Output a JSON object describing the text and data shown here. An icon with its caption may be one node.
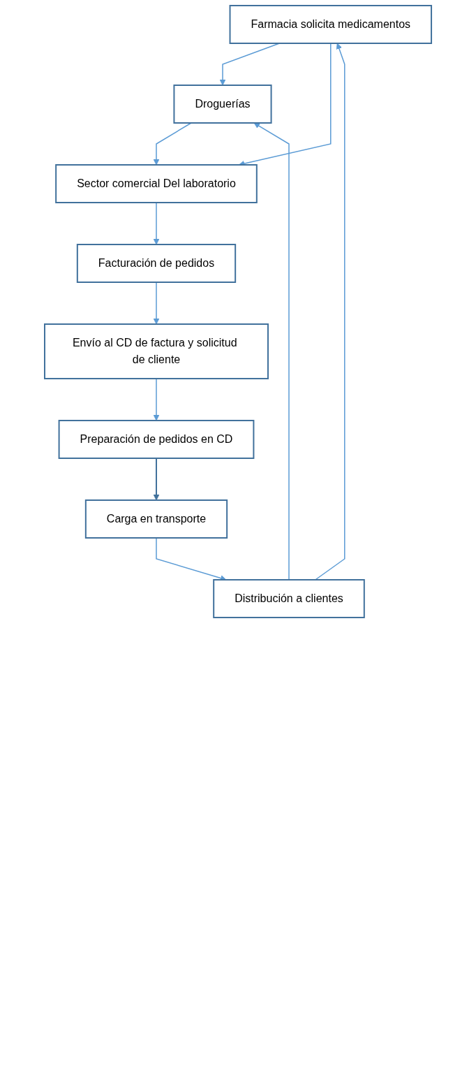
{
  "diagram": {
    "nodes": [
      {
        "text": [
          "Farmacia solicita medicamentos"
        ]
      },
      {
        "text": [
          "Droguerías"
        ]
      },
      {
        "text": [
          "Sector comercial Del laboratorio"
        ]
      },
      {
        "text": [
          "Facturación de pedidos"
        ]
      },
      {
        "text": [
          "Envío al CD de factura y solicitud de cliente"
        ]
      },
      {
        "text": [
          "Preparación de pedidos en CD"
        ]
      },
      {
        "text": [
          "Carga en transporte"
        ]
      },
      {
        "text": [
          "Distribución a clientes"
        ]
      }
    ],
    "edges": [
      {
        "from": 0,
        "to": 1,
        "arrow": "to"
      },
      {
        "from": 1,
        "to": 2,
        "arrow": "to"
      },
      {
        "from": 0,
        "to": 2,
        "arrow": "to"
      },
      {
        "from": 2,
        "to": 3,
        "arrow": "to"
      },
      {
        "from": 3,
        "to": 4,
        "arrow": "to"
      },
      {
        "from": 4,
        "to": 5,
        "arrow": "to"
      },
      {
        "from": 5,
        "to": 6,
        "arrow": "to",
        "color": "#41719c"
      },
      {
        "from": 6,
        "to": 7,
        "arrow": "to"
      },
      {
        "from": 7,
        "to": 0,
        "arrow": "to"
      },
      {
        "from": 7,
        "to": 1,
        "arrow": "to"
      }
    ]
  }
}
